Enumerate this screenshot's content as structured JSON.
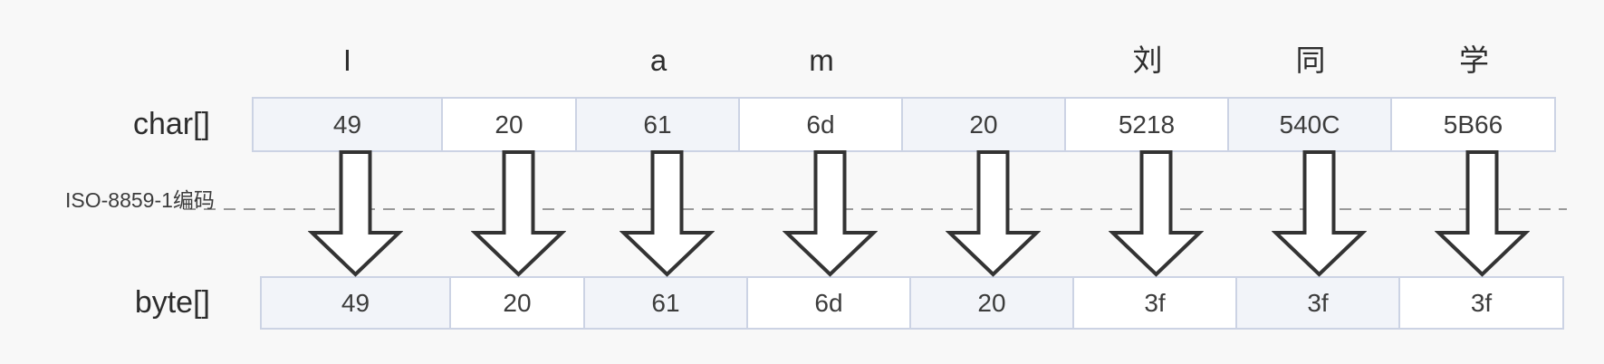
{
  "diagram": {
    "encoding_label": "ISO-8859-1编码",
    "char_row_label": "char[]",
    "byte_row_label": "byte[]",
    "columns": [
      {
        "char": "I",
        "char_hex": "49",
        "byte_hex": "49"
      },
      {
        "char": "",
        "char_hex": "20",
        "byte_hex": "20"
      },
      {
        "char": "a",
        "char_hex": "61",
        "byte_hex": "61"
      },
      {
        "char": "m",
        "char_hex": "6d",
        "byte_hex": "6d"
      },
      {
        "char": "",
        "char_hex": "20",
        "byte_hex": "20"
      },
      {
        "char": "刘",
        "char_hex": "5218",
        "byte_hex": "3f"
      },
      {
        "char": "同",
        "char_hex": "540C",
        "byte_hex": "3f"
      },
      {
        "char": "学",
        "char_hex": "5B66",
        "byte_hex": "3f"
      }
    ],
    "colors": {
      "background": "#f8f8f8",
      "cell_fill_shaded": "#f2f4f9",
      "cell_fill_plain": "#ffffff",
      "cell_border": "#ccd3e4",
      "arrow_outline": "#333333",
      "arrow_fill": "#ffffff",
      "dashed_line": "#999999",
      "text": "#2d2d2d"
    }
  }
}
